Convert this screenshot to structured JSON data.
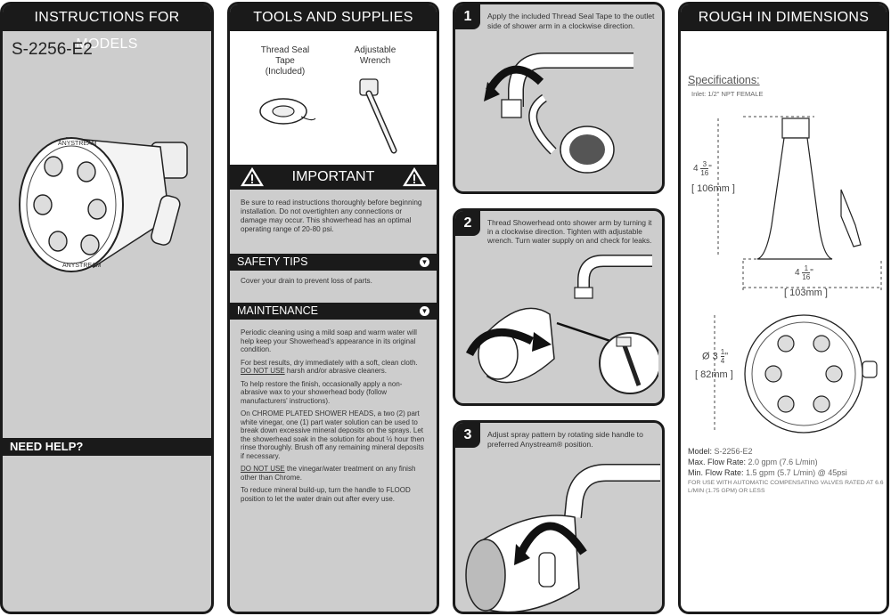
{
  "models": {
    "header": "INSTRUCTIONS FOR MODELS",
    "model": "S-2256-E2",
    "need_help": "NEED HELP?",
    "brand_arc": "ANYSTREAM"
  },
  "tools": {
    "header": "TOOLS AND SUPPLIES",
    "tape_line1": "Thread Seal",
    "tape_line2": "Tape",
    "tape_line3": "(Included)",
    "wrench_line1": "Adjustable",
    "wrench_line2": "Wrench"
  },
  "important": {
    "header": "IMPORTANT",
    "text": "Be sure to read instructions thoroughly before beginning installation. Do not overtighten any connections or damage may occur. This showerhead has an optimal operating range of 20-80 psi."
  },
  "safety": {
    "header": "SAFETY TIPS",
    "text": "Cover your drain to prevent loss of parts."
  },
  "maintenance": {
    "header": "MAINTENANCE",
    "p1": "Periodic cleaning using a mild soap and warm water will help keep your Showerhead's appearance in its original condition.",
    "p2a": "For best results, dry immediately with a soft, clean cloth.",
    "p2u": "DO NOT USE",
    "p2b": "harsh and/or abrasive cleaners.",
    "p3": "To help restore the finish, occasionally apply a non-abrasive wax to your showerhead body (follow manufacturers' instructions).",
    "p4": "On CHROME PLATED SHOWER HEADS, a two (2) part white vinegar, one (1) part water solution can be used to break down excessive mineral deposits on the sprays. Let the showerhead soak in the solution for about ½ hour then rinse thoroughly. Brush off any remaining mineral deposits if necessary.",
    "p5u": "DO NOT USE",
    "p5b": "the vinegar/water treatment on any finish other than Chrome.",
    "p6": "To reduce mineral build-up, turn the handle to FLOOD position to let the water drain out after every use."
  },
  "steps": [
    {
      "num": "1",
      "text": "Apply the included Thread Seal Tape to the outlet side of shower arm in a clockwise direction."
    },
    {
      "num": "2",
      "text": "Thread Showerhead onto shower arm by turning it in a clockwise direction. Tighten with adjustable wrench. Turn water supply on and check for leaks."
    },
    {
      "num": "3",
      "text": "Adjust spray pattern by rotating side handle to preferred Anystream® position."
    }
  ],
  "rough": {
    "header": "ROUGH IN DIMENSIONS",
    "spec_title": "Specifications:",
    "inlet": "Inlet: 1/2\" NPT FEMALE",
    "height_whole": "4",
    "height_num": "3",
    "height_den": "16",
    "height_mm": "106mm",
    "width_whole": "4",
    "width_num": "1",
    "width_den": "16",
    "width_mm": "103mm",
    "dia_prefix": "Ø 3",
    "dia_num": "1",
    "dia_den": "4",
    "dia_mm": "82mm",
    "model_label": "Model:",
    "model_value": "S-2256-E2",
    "max_label": "Max. Flow Rate:",
    "max_value": "2.0 gpm (7.6 L/min)",
    "min_label": "Min. Flow Rate:",
    "min_value": "1.5 gpm (5.7 L/min) @ 45psi",
    "note": "FOR USE WITH AUTOMATIC COMPENSATING VALVES RATED AT 6.6 L/MIN (1.75 GPM) OR LESS"
  },
  "colors": {
    "panel_gray": "#cdcdcd",
    "dark": "#1a1a1a"
  }
}
